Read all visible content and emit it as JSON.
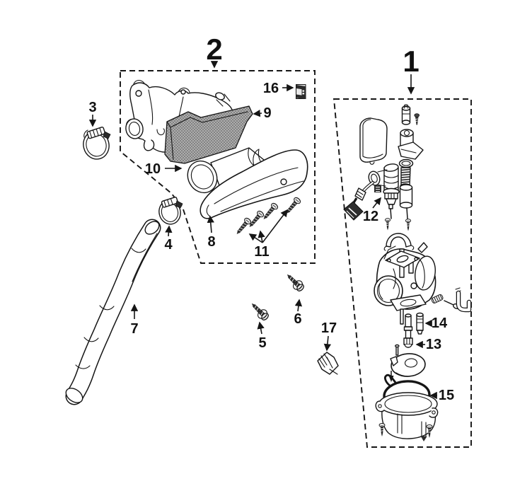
{
  "figure": {
    "type": "exploded-parts-diagram",
    "background": "#ffffff",
    "line_color": "#151515",
    "filter_fill_base": "#adadad",
    "filter_dot_color": "#4a4a4a",
    "callouts": {
      "1": "1",
      "2": "2",
      "3": "3",
      "4": "4",
      "5": "5",
      "6": "6",
      "7": "7",
      "8": "8",
      "9": "9",
      "10": "10",
      "11": "11",
      "12": "12",
      "13": "13",
      "14": "14",
      "15": "15",
      "16": "16",
      "17": "17"
    }
  }
}
